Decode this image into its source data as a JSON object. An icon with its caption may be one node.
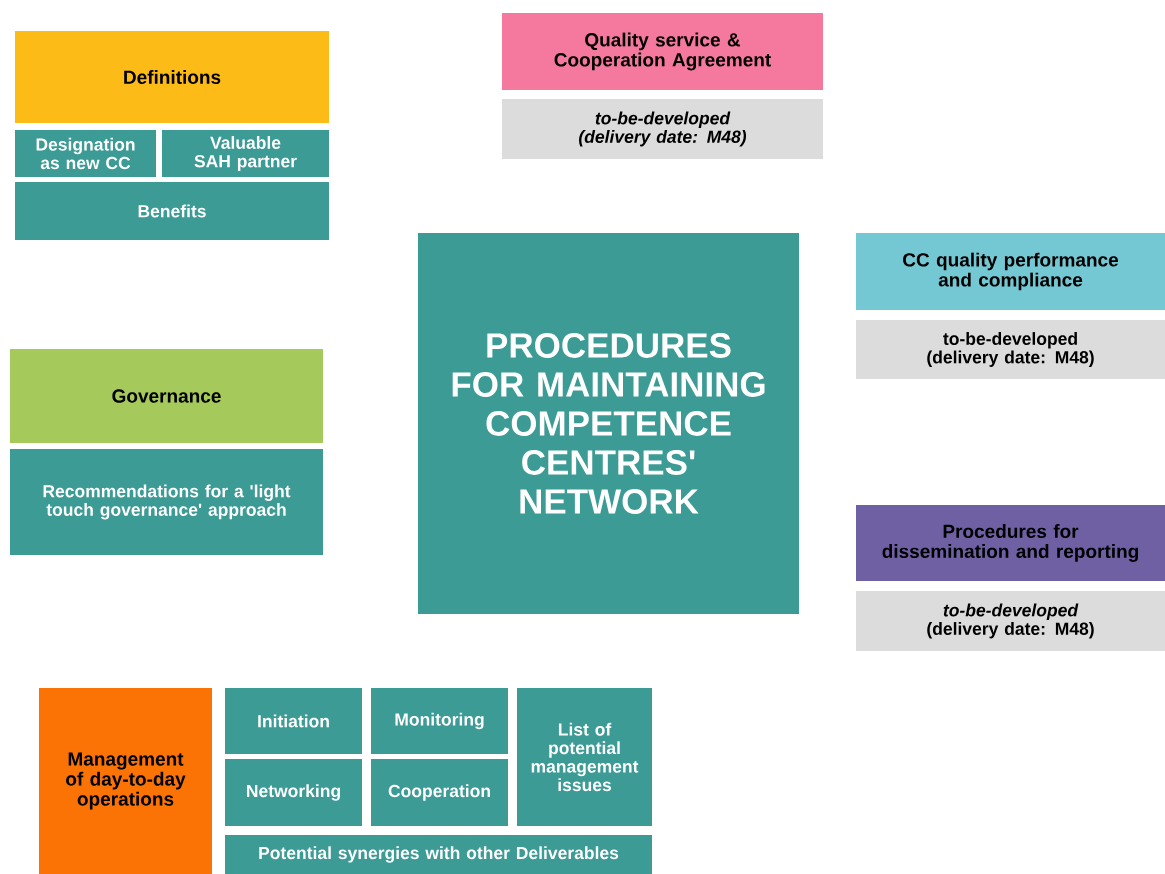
{
  "diagram": {
    "nodes": [
      {
        "text": [
          "Definitions"
        ]
      },
      {
        "text": [
          "Designation as new CC"
        ]
      },
      {
        "text": [
          "Valuable SAH partner"
        ]
      },
      {
        "text": [
          "Benefits"
        ]
      },
      {
        "text": [
          "Quality service & Cooperation Agreement"
        ]
      },
      {
        "text": [
          "to-be-developed (delivery date: M48)"
        ]
      },
      {
        "text": [
          "PROCEDURES FOR MAINTAINING COMPETENCE CENTRES' NETWORK"
        ]
      },
      {
        "text": [
          "CC quality performance and compliance"
        ]
      },
      {
        "text": [
          "to-be-developed (delivery date: M48)"
        ]
      },
      {
        "text": [
          "Governance"
        ]
      },
      {
        "text": [
          "Recommendations for a 'light touch governance' approach"
        ]
      },
      {
        "text": [
          "Procedures for dissemination and reporting"
        ]
      },
      {
        "text": [
          "*to-be-developed* (delivery date: M48)"
        ]
      },
      {
        "text": [
          "Management of day-to-day operations"
        ]
      },
      {
        "text": [
          "Initiation"
        ]
      },
      {
        "text": [
          "Monitoring"
        ]
      },
      {
        "text": [
          "List of potential management issues"
        ]
      },
      {
        "text": [
          "Networking"
        ]
      },
      {
        "text": [
          "Cooperation"
        ]
      },
      {
        "text": [
          "Potential synergies with other Deliverables"
        ]
      }
    ]
  }
}
